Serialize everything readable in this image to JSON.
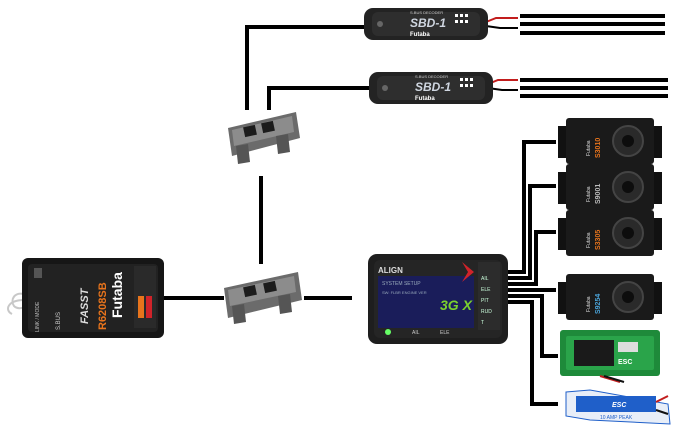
{
  "receiver": {
    "brand": "Futaba",
    "model": "R6208SB",
    "tech": "FASST",
    "side_label": "LINK / MODE",
    "sbus_label": "S.BUS"
  },
  "sbus_decoders": [
    {
      "brand": "Futaba",
      "header": "S.BUS DECODER",
      "model": "SBD-1"
    },
    {
      "brand": "Futaba",
      "header": "S.BUS DECODER",
      "model": "SBD-1"
    }
  ],
  "flybarless_unit": {
    "brand": "ALIGN",
    "model": "3G X",
    "screen_line1": "SYSTEM SETUP",
    "screen_line2": "SW: FLBR ENGINE VER",
    "ports": [
      "AIL",
      "ELE",
      "PIT",
      "RUD",
      "T"
    ],
    "bottom_labels": [
      "AIL",
      "ELE"
    ]
  },
  "servos": [
    {
      "brand": "Futaba",
      "model": "S3010"
    },
    {
      "brand": "Futaba",
      "model": "S9001"
    },
    {
      "brand": "Futaba",
      "model": "S3305"
    },
    {
      "brand": "Futaba",
      "model": "S9254"
    }
  ],
  "esc_green": {
    "label": "ESC"
  },
  "esc_blue": {
    "label": "10 AMP PEAK",
    "brand": "ESC"
  },
  "colors": {
    "wire": "#000000",
    "device_body": "#1e1e1e",
    "accent_orange": "#e8741c",
    "accent_red": "#d0232a",
    "screen": "#1a1d5a",
    "esc_green": "#1e8a3a",
    "esc_blue": "#1f5fc9"
  }
}
